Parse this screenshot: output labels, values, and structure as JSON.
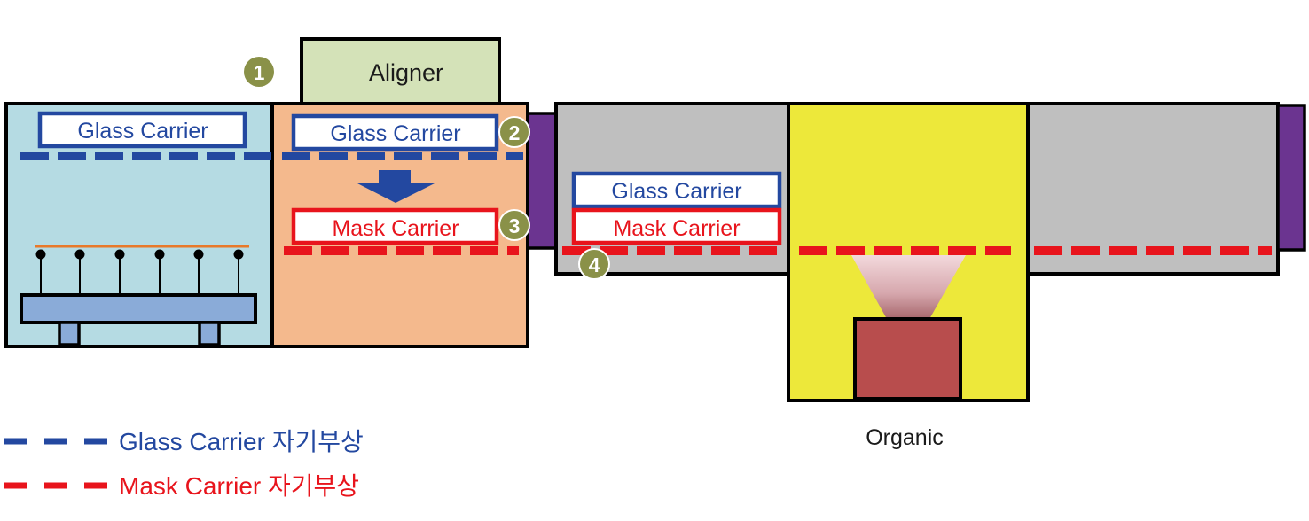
{
  "colors": {
    "glass_blue": "#2348a0",
    "mask_red": "#e8141c",
    "badge_green": "#8a9148",
    "loadlock_bg": "#b5dbe3",
    "align_bg": "#f4b98d",
    "aligner_bg": "#d4e2b8",
    "transfer_bg": "#bfbfbf",
    "organic_bg": "#ede83a",
    "gate_purple": "#6b3490",
    "source_red": "#b84d4d",
    "substrate_orange": "#e8792a",
    "stage_blue": "#8aabd8"
  },
  "chambers": {
    "aligner_label": "Aligner",
    "organic_label": "Organic"
  },
  "carriers": {
    "glass_loadlock": "Glass Carrier",
    "glass_align": "Glass Carrier",
    "mask_align": "Mask Carrier",
    "glass_transfer": "Glass Carrier",
    "mask_transfer": "Mask Carrier"
  },
  "badges": [
    "1",
    "2",
    "3",
    "4"
  ],
  "legend": [
    {
      "label": "Glass Carrier 자기부상",
      "color": "#2348a0"
    },
    {
      "label": "Mask Carrier 자기부상",
      "color": "#e8141c"
    }
  ]
}
